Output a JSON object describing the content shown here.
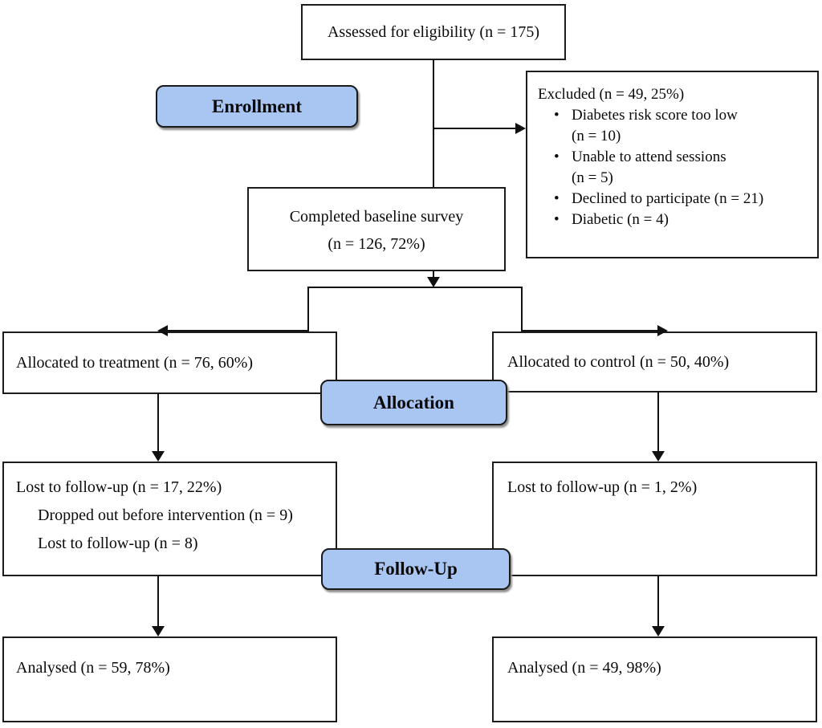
{
  "flowchart": {
    "stage_labels": {
      "enrollment": "Enrollment",
      "allocation": "Allocation",
      "followup": "Follow-Up"
    },
    "boxes": {
      "assessed": {
        "text": "Assessed for eligibility (n = 175)"
      },
      "excluded": {
        "title": "Excluded (n = 49, 25%)",
        "bullet": "•",
        "items": [
          {
            "line1": "Diabetes risk score too low",
            "line2": "(n = 10)"
          },
          {
            "line1": "Unable to attend sessions",
            "line2": "(n = 5)"
          },
          {
            "line1": "Declined to participate (n = 21)",
            "line2": ""
          },
          {
            "line1": "Diabetic (n = 4)",
            "line2": ""
          }
        ]
      },
      "baseline": {
        "line1": "Completed baseline survey",
        "line2": "(n = 126, 72%)"
      },
      "allocated_treatment": {
        "text": "Allocated to treatment (n = 76, 60%)"
      },
      "allocated_control": {
        "text": "Allocated to control (n = 50, 40%)"
      },
      "lost_treatment": {
        "title": "Lost to follow-up (n = 17, 22%)",
        "sub_items": [
          "Dropped out before intervention (n = 9)",
          "Lost to follow-up (n = 8)"
        ]
      },
      "lost_control": {
        "title": "Lost to follow-up (n = 1, 2%)"
      },
      "analysed_treatment": {
        "text": "Analysed (n = 59, 78%)"
      },
      "analysed_control": {
        "text": "Analysed (n = 49, 98%)"
      }
    },
    "colors": {
      "stage_fill": "#a9c5f2",
      "stage_border": "#1a1a1a",
      "box_border": "#1c1c1c",
      "connector": "#111111",
      "background": "#ffffff"
    }
  }
}
